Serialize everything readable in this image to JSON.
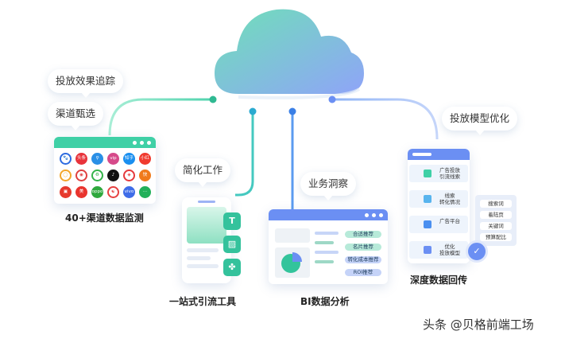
{
  "colors": {
    "teal": "#3fd0a6",
    "blue": "#6b8ff3",
    "cloud_start": "#6fe0b8",
    "cloud_end": "#8fa4f8"
  },
  "bubbles": {
    "tracking": "投放效果追踪",
    "channel_select": "渠道甄选",
    "simplify": "简化工作",
    "insight": "业务洞察",
    "optimize": "投放模型优化"
  },
  "captions": {
    "monitor": "40+渠道数据监测",
    "tool": "一站式引流工具",
    "bi": "BI数据分析",
    "feedback": "深度数据回传"
  },
  "bi_tags": [
    "合适推荐",
    "名片推荐",
    "转化成本推荐",
    "ROI推荐"
  ],
  "flow_steps": [
    "广告投放\n引流线索",
    "线索\n转化情况",
    "广告平台",
    "优化\n投放模型"
  ],
  "side_tags": [
    "搜索词",
    "着陆页",
    "关键词",
    "预算配比"
  ],
  "channel_icons": [
    {
      "color": "#ffffff",
      "border": "#2d6be0",
      "text": "🐾",
      "label": ""
    },
    {
      "color": "#e8333b",
      "text": "头条"
    },
    {
      "color": "#2a8fe6",
      "text": "⚲"
    },
    {
      "color": "#d64a8a",
      "text": "vip"
    },
    {
      "color": "#1a8ff0",
      "text": "知乎"
    },
    {
      "color": "#f03a2e",
      "text": "小红书"
    },
    {
      "color": "#ffffff",
      "border": "#f3a62b",
      "text": "◯"
    },
    {
      "color": "#ffffff",
      "border": "#e04040",
      "text": "◉"
    },
    {
      "color": "#ffffff",
      "border": "#34b34a",
      "text": "♻"
    },
    {
      "color": "#111111",
      "text": "♪"
    },
    {
      "color": "#ffffff",
      "border": "#e5383b",
      "text": "◈"
    },
    {
      "color": "#f07a1a",
      "text": "快"
    },
    {
      "color": "#e63a2e",
      "text": "▣"
    },
    {
      "color": "#e9342e",
      "text": "美"
    },
    {
      "color": "#2fa83d",
      "text": "oppo"
    },
    {
      "color": "#ffffff",
      "border": "#e64040",
      "text": "☯"
    },
    {
      "color": "#3f6de8",
      "text": "vivo"
    },
    {
      "color": "#22b05a",
      "text": "···"
    }
  ],
  "tool_icons": [
    "T",
    "▨",
    "✤"
  ],
  "watermark": "头条 @贝格前端工场"
}
